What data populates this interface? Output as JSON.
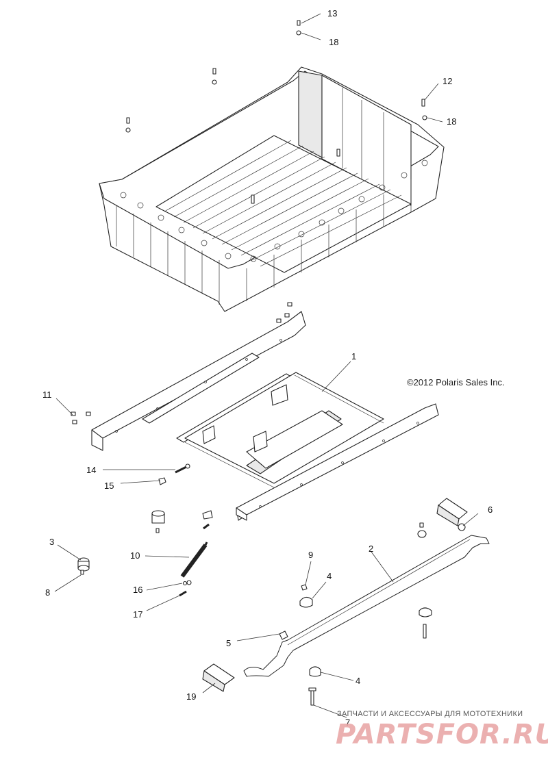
{
  "diagram": {
    "copyright": "©2012 Polaris Sales Inc.",
    "callouts": [
      {
        "id": "13",
        "label": "13"
      },
      {
        "id": "18a",
        "label": "18"
      },
      {
        "id": "12",
        "label": "12"
      },
      {
        "id": "18b",
        "label": "18"
      },
      {
        "id": "1",
        "label": "1"
      },
      {
        "id": "11",
        "label": "11"
      },
      {
        "id": "14",
        "label": "14"
      },
      {
        "id": "15",
        "label": "15"
      },
      {
        "id": "6",
        "label": "6"
      },
      {
        "id": "3",
        "label": "3"
      },
      {
        "id": "10",
        "label": "10"
      },
      {
        "id": "2",
        "label": "2"
      },
      {
        "id": "9",
        "label": "9"
      },
      {
        "id": "4a",
        "label": "4"
      },
      {
        "id": "8",
        "label": "8"
      },
      {
        "id": "16",
        "label": "16"
      },
      {
        "id": "17",
        "label": "17"
      },
      {
        "id": "5",
        "label": "5"
      },
      {
        "id": "4b",
        "label": "4"
      },
      {
        "id": "19",
        "label": "19"
      },
      {
        "id": "7",
        "label": "7"
      }
    ]
  },
  "watermark": {
    "tagline": "ЗАПЧАСТИ И АКСЕССУАРЫ ДЛЯ МОТОТЕХНИКИ",
    "brand": "PARTSFOR.RU"
  }
}
